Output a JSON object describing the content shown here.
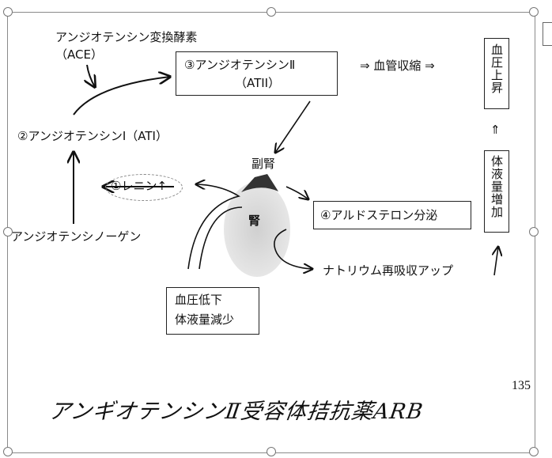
{
  "diagram": {
    "ace_label": "アンジオテンシン変換酵素",
    "ace_abbr": "（ACE）",
    "at2_label": "③アンジオテンシンⅡ",
    "at2_abbr": "（ATII）",
    "vasoconstriction": "⇒ 血管収縮 ⇒",
    "bp_rise": "血圧上昇",
    "at1_label": "②アンジオテンシンⅠ（ATⅠ）",
    "adrenal": "副腎",
    "renin": "①レニン↑",
    "aldosterone": "④アルドステロン分泌",
    "fluid_increase": "体液量増加",
    "up_arrow": "⇑",
    "angiotensinogen": "アンジオテンシノーゲン",
    "kidney": "腎",
    "sodium": "ナトリウム再吸収アップ",
    "bp_drop_1": "血圧低下",
    "bp_drop_2": "体液量減少",
    "page_number": "135",
    "handwritten": "アンギオテンシンⅡ受容体拮抗薬ARB"
  }
}
